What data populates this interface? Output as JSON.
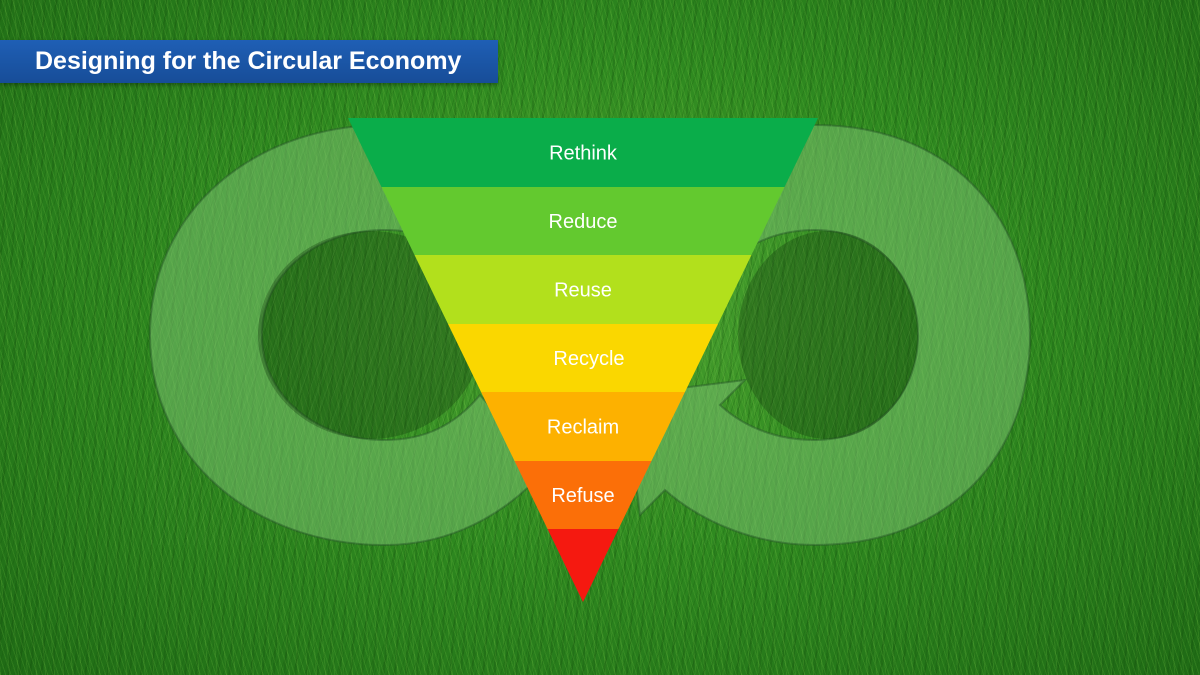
{
  "header": {
    "title": "Designing for the Circular Economy"
  },
  "hierarchy": {
    "levels": [
      {
        "label": "Rethink",
        "color": "#0aad4a"
      },
      {
        "label": "Reduce",
        "color": "#63c92f"
      },
      {
        "label": "Reuse",
        "color": "#b2e01c"
      },
      {
        "label": "Recycle",
        "color": "#fad700"
      },
      {
        "label": "Reclaim",
        "color": "#fdb100"
      },
      {
        "label": "Refuse",
        "color": "#fb6f08"
      },
      {
        "label": "",
        "color": "#f51910"
      }
    ]
  },
  "background": {
    "icon": "infinity-recycle-icon",
    "theme": "grass"
  }
}
